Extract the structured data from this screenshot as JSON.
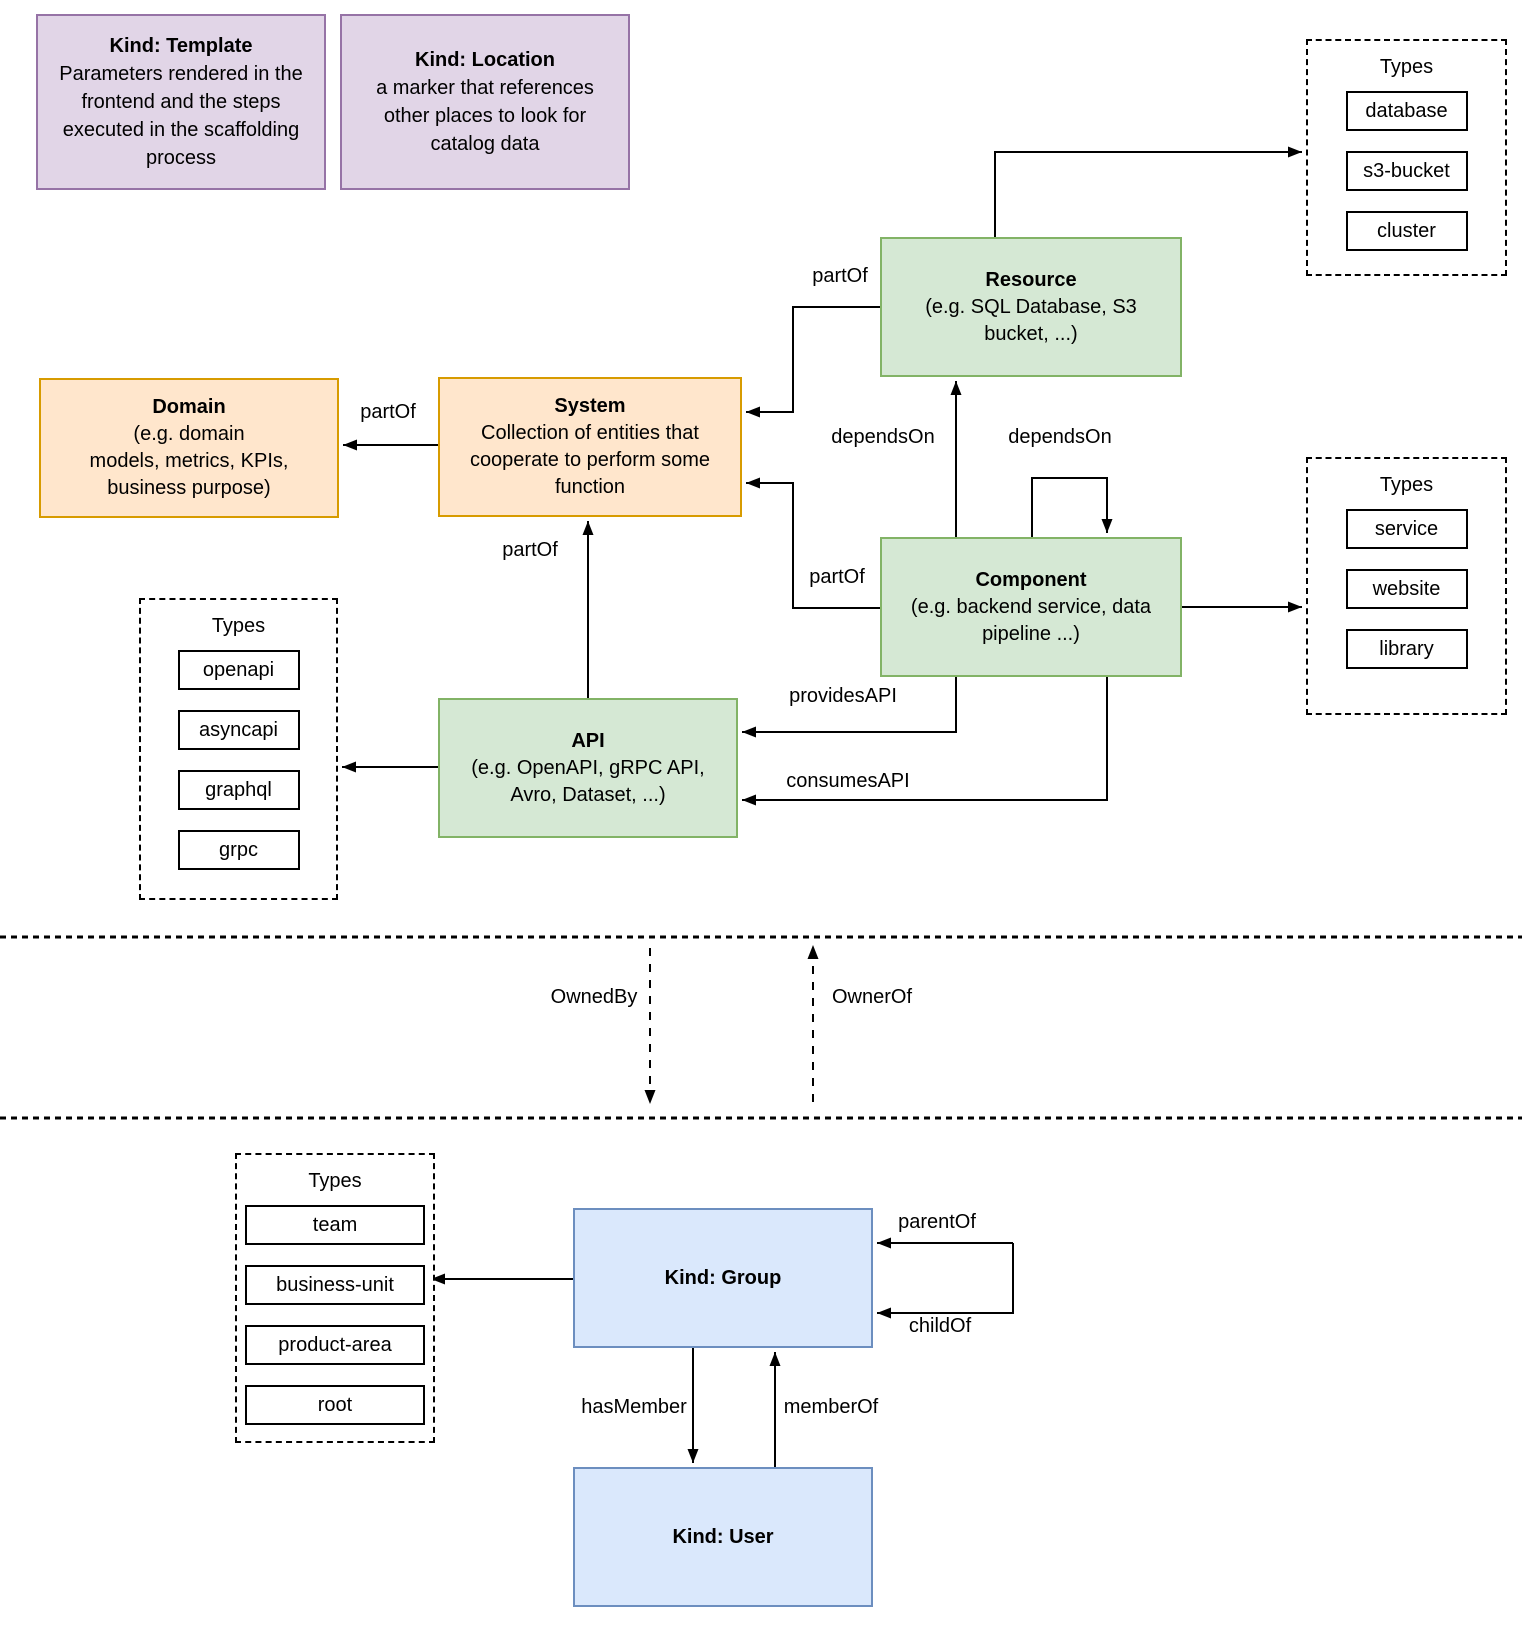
{
  "nodes": {
    "template": {
      "title": "Kind: Template",
      "body": "Parameters rendered in the\nfrontend and the steps\nexecuted in  the scaffolding\nprocess"
    },
    "location": {
      "title": "Kind: Location",
      "body": "a marker that references\nother places to look for\ncatalog data"
    },
    "resource": {
      "title": "Resource",
      "body": "(e.g. SQL Database, S3\nbucket, ...)"
    },
    "domain": {
      "title": "Domain",
      "body": "(e.g.  domain\nmodels, metrics, KPIs,\nbusiness purpose)"
    },
    "system": {
      "title": "System",
      "body": "Collection of entities that\ncooperate to perform some\nfunction"
    },
    "component": {
      "title": "Component",
      "body": "(e.g. backend service, data\npipeline ...)"
    },
    "api": {
      "title": "API",
      "body": "(e.g. OpenAPI, gRPC API,\nAvro, Dataset, ...)"
    },
    "group": {
      "title": "Kind: Group"
    },
    "user": {
      "title": "Kind: User"
    }
  },
  "type_lists": {
    "resource": {
      "title": "Types",
      "items": [
        "database",
        "s3-bucket",
        "cluster"
      ]
    },
    "component": {
      "title": "Types",
      "items": [
        "service",
        "website",
        "library"
      ]
    },
    "api": {
      "title": "Types",
      "items": [
        "openapi",
        "asyncapi",
        "graphql",
        "grpc"
      ]
    },
    "group": {
      "title": "Types",
      "items": [
        "team",
        "business-unit",
        "product-area",
        "root"
      ]
    }
  },
  "labels": {
    "partof_system_domain": "partOf",
    "partof_resource_system": "partOf",
    "partof_component_system": "partOf",
    "partof_api_system": "partOf",
    "dependson_component_resource": "dependsOn",
    "dependson_component_self": "dependsOn",
    "provides_api": "providesAPI",
    "consumes_api": "consumesAPI",
    "owned_by": "OwnedBy",
    "owner_of": "OwnerOf",
    "has_member": "hasMember",
    "member_of": "memberOf",
    "parent_of": "parentOf",
    "child_of": "childOf"
  },
  "colors": {
    "purple_fill": "#E1D5E7",
    "purple_border": "#9673A6",
    "orange_fill": "#FFE6CC",
    "orange_border": "#D79B00",
    "green_fill": "#D5E8D4",
    "green_border": "#82B366",
    "blue_fill": "#DAE8FC",
    "blue_border": "#6C8EBF",
    "line": "#000000"
  }
}
